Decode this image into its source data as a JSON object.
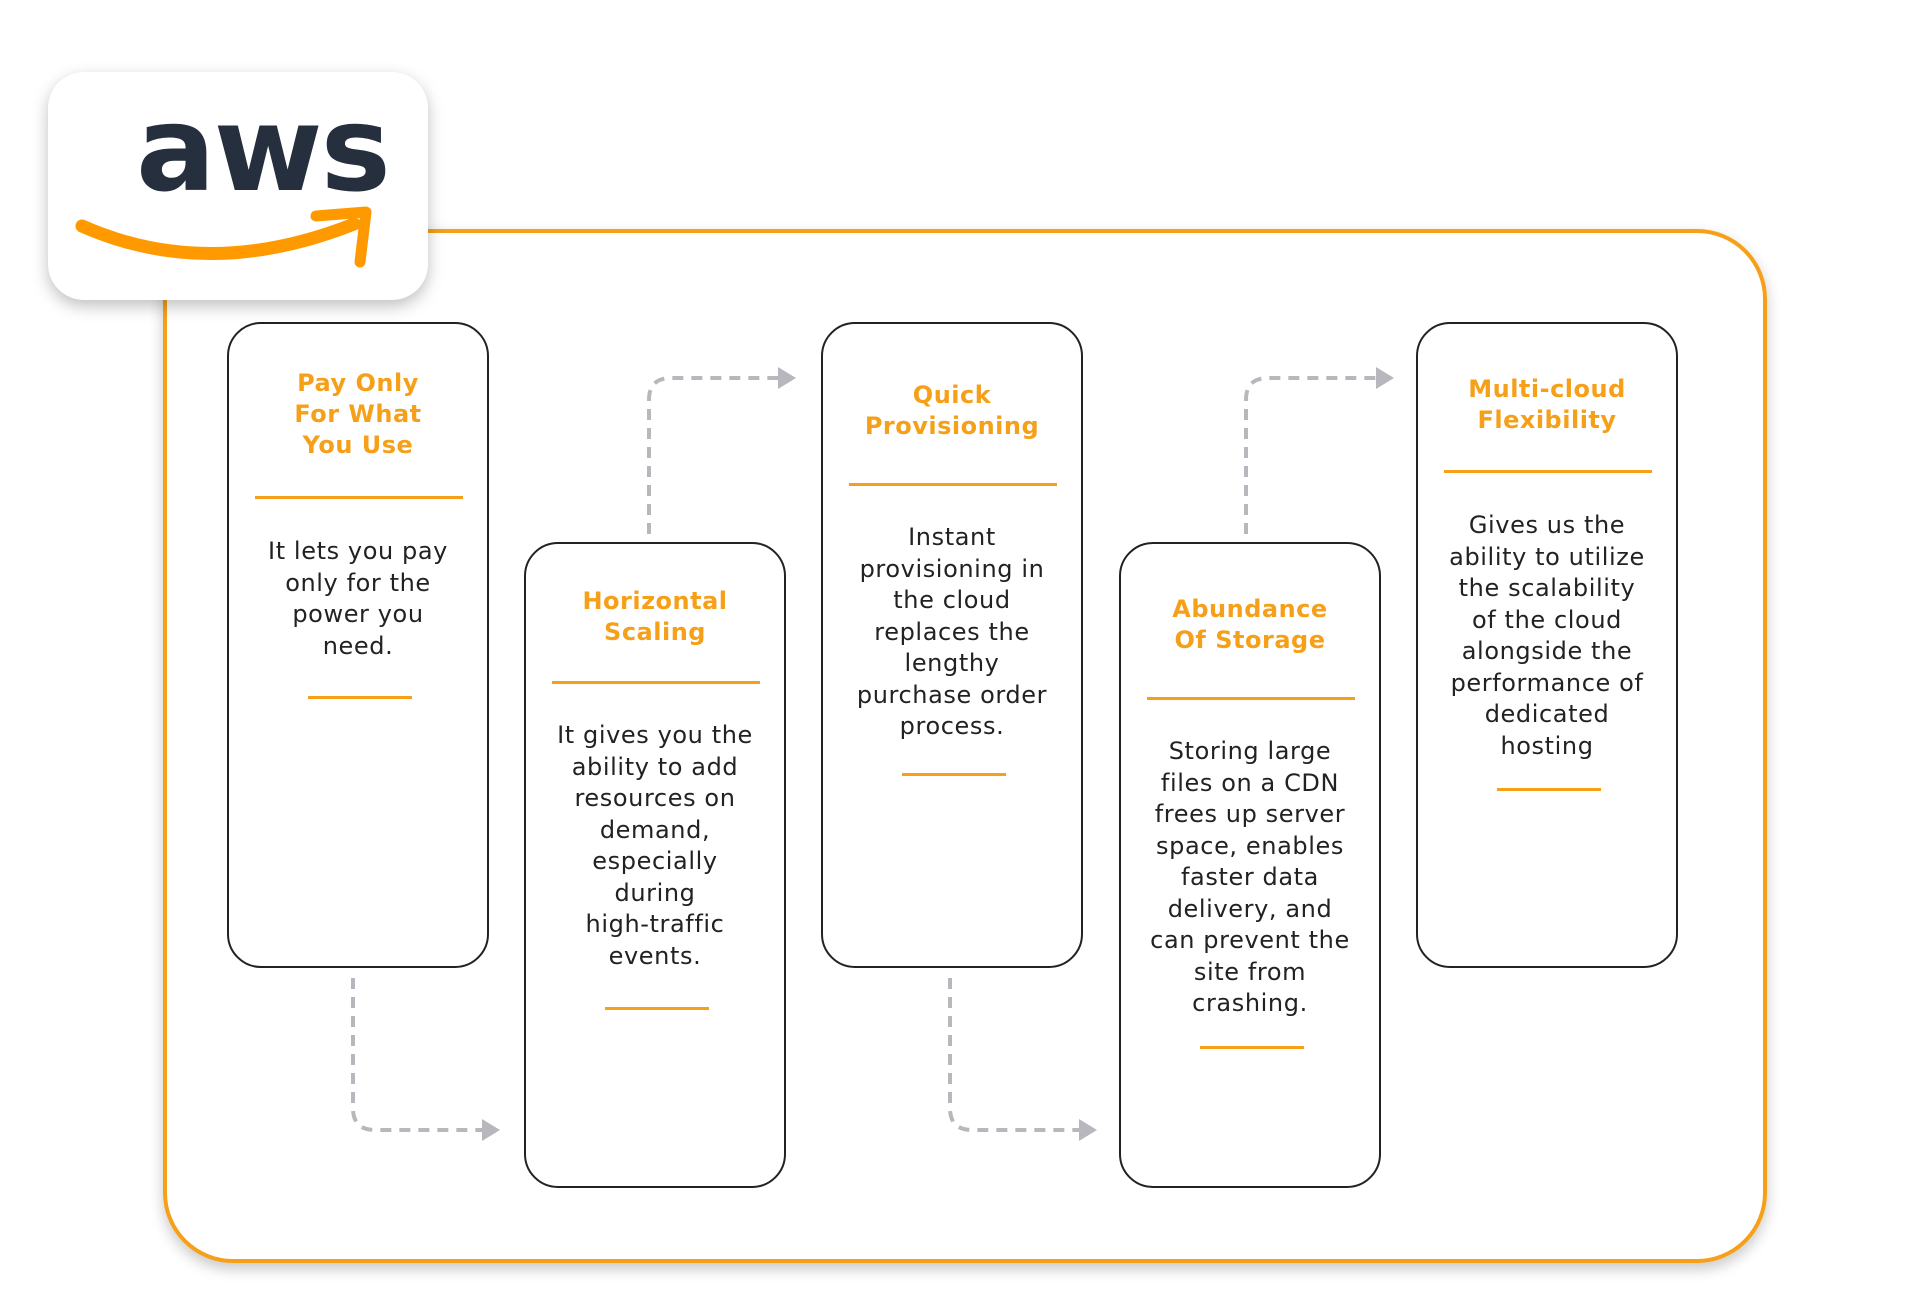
{
  "logo": {
    "text": "aws",
    "text_color": "#252f3e",
    "smile_color": "#ff9900"
  },
  "colors": {
    "accent": "#f6a019",
    "card_border": "#222222",
    "connector": "#b8b7bd"
  },
  "cards": [
    {
      "title": "Pay Only\nFor What\nYou Use",
      "description": "It lets you pay\nonly for the\npower you\nneed."
    },
    {
      "title": "Horizontal\nScaling",
      "description": "It gives you the\nability to add\nresources on\ndemand,\nespecially\nduring\nhigh-traffic\nevents."
    },
    {
      "title": "Quick\nProvisioning",
      "description": "Instant\nprovisioning in\nthe cloud\nreplaces the\nlengthy\npurchase order\nprocess."
    },
    {
      "title": "Abundance\nOf Storage",
      "description": "Storing large\nfiles on a CDN\nfrees up server\nspace, enables\nfaster data\ndelivery, and\ncan prevent the\nsite from\ncrashing."
    },
    {
      "title": "Multi-cloud\nFlexibility",
      "description": "Gives us the\nability to utilize\nthe scalability\nof the cloud\nalongside the\nperformance of\ndedicated\nhosting"
    }
  ]
}
